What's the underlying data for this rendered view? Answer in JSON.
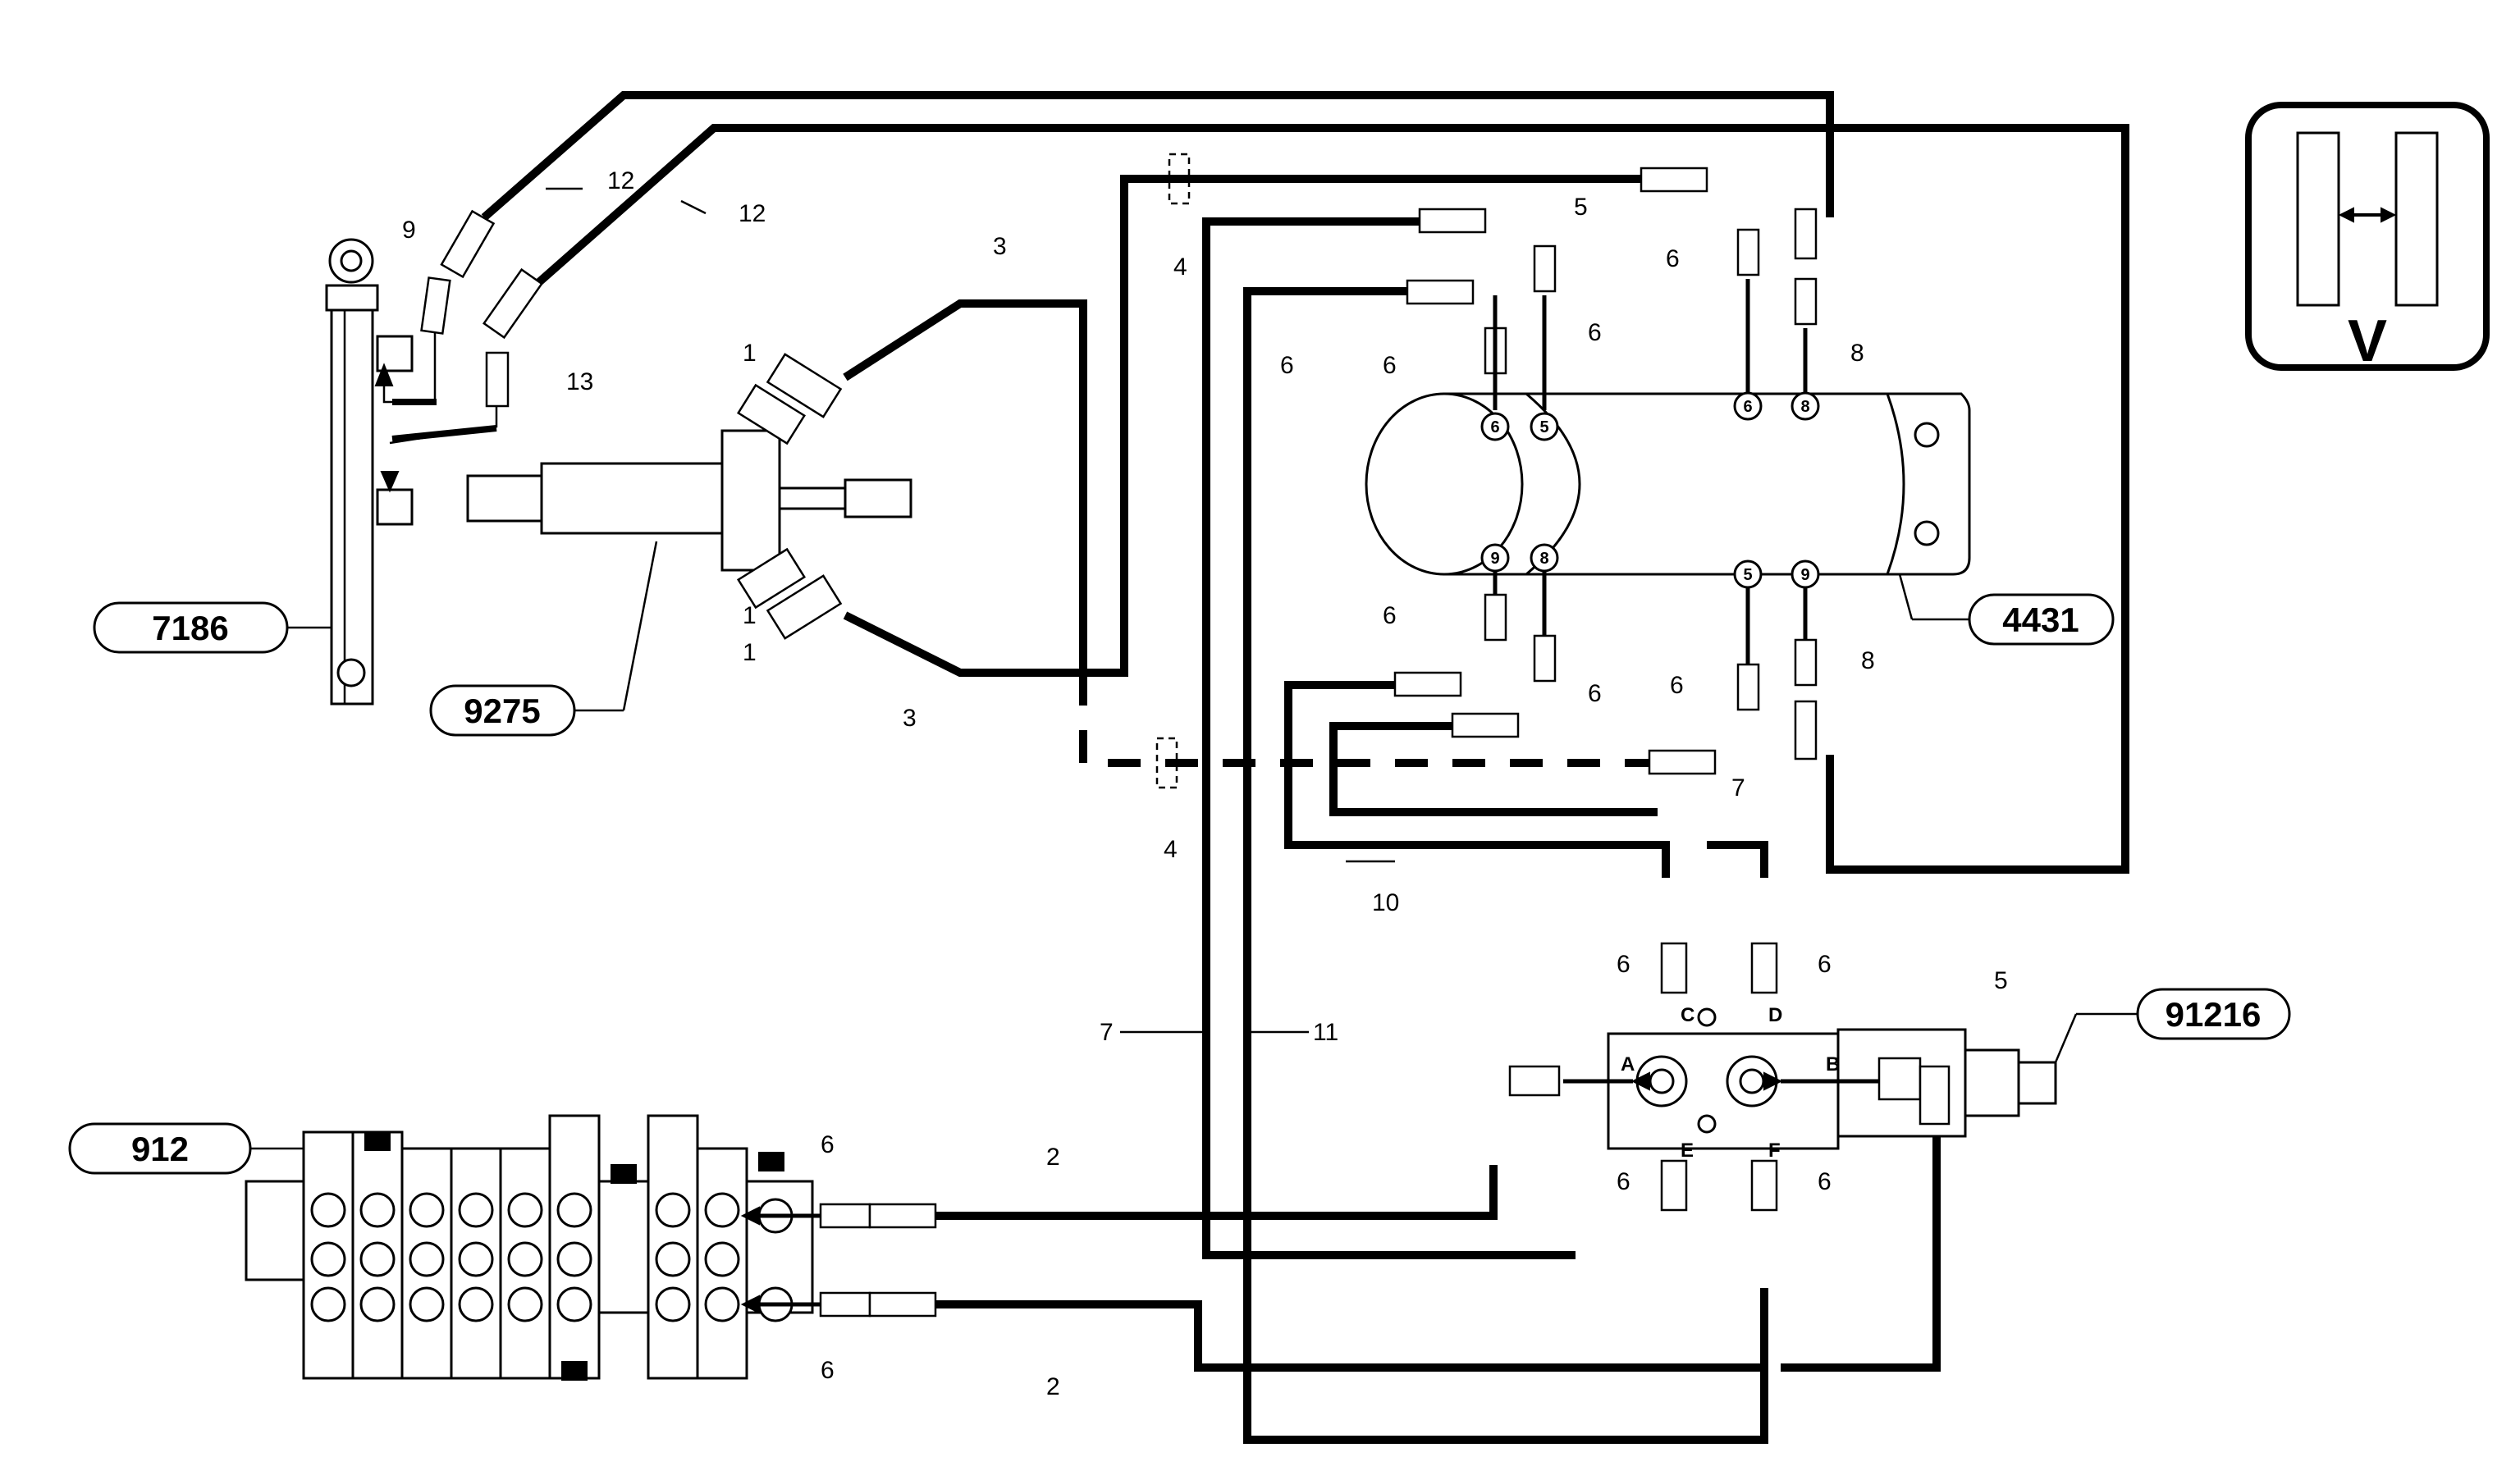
{
  "part_labels": {
    "p7186": "7186",
    "p9275": "9275",
    "p4431": "4431",
    "p91216": "91216",
    "p912": "912"
  },
  "callouts": {
    "c12a": "12",
    "c12b": "12",
    "c9": "9",
    "c13": "13",
    "c3a": "3",
    "c3b": "3",
    "c1a": "1",
    "c1b": "1",
    "c1c": "1",
    "c4a": "4",
    "c4b": "4",
    "c5a": "5",
    "c5b": "5",
    "c6a": "6",
    "c6b": "6",
    "c6c": "6",
    "c6d": "6",
    "c6e": "6",
    "c6f": "6",
    "c6g": "6",
    "c6h": "6",
    "c6i": "6",
    "c6j": "6",
    "c6k": "6",
    "c6l": "6",
    "c6m": "6",
    "c8a": "8",
    "c8b": "8",
    "c7a": "7",
    "c7b": "7",
    "c10": "10",
    "c11": "11",
    "c2a": "2",
    "c2b": "2"
  },
  "ports": {
    "A": "A",
    "B": "B",
    "C": "C",
    "D": "D",
    "E": "E",
    "F": "F"
  },
  "cylinder_ports": {
    "t6a": "6",
    "t5a": "5",
    "t6b": "6",
    "t8a": "8",
    "b9a": "9",
    "b8a": "8",
    "b5a": "5",
    "b9b": "9"
  },
  "view_inset": {
    "letter": "V"
  }
}
